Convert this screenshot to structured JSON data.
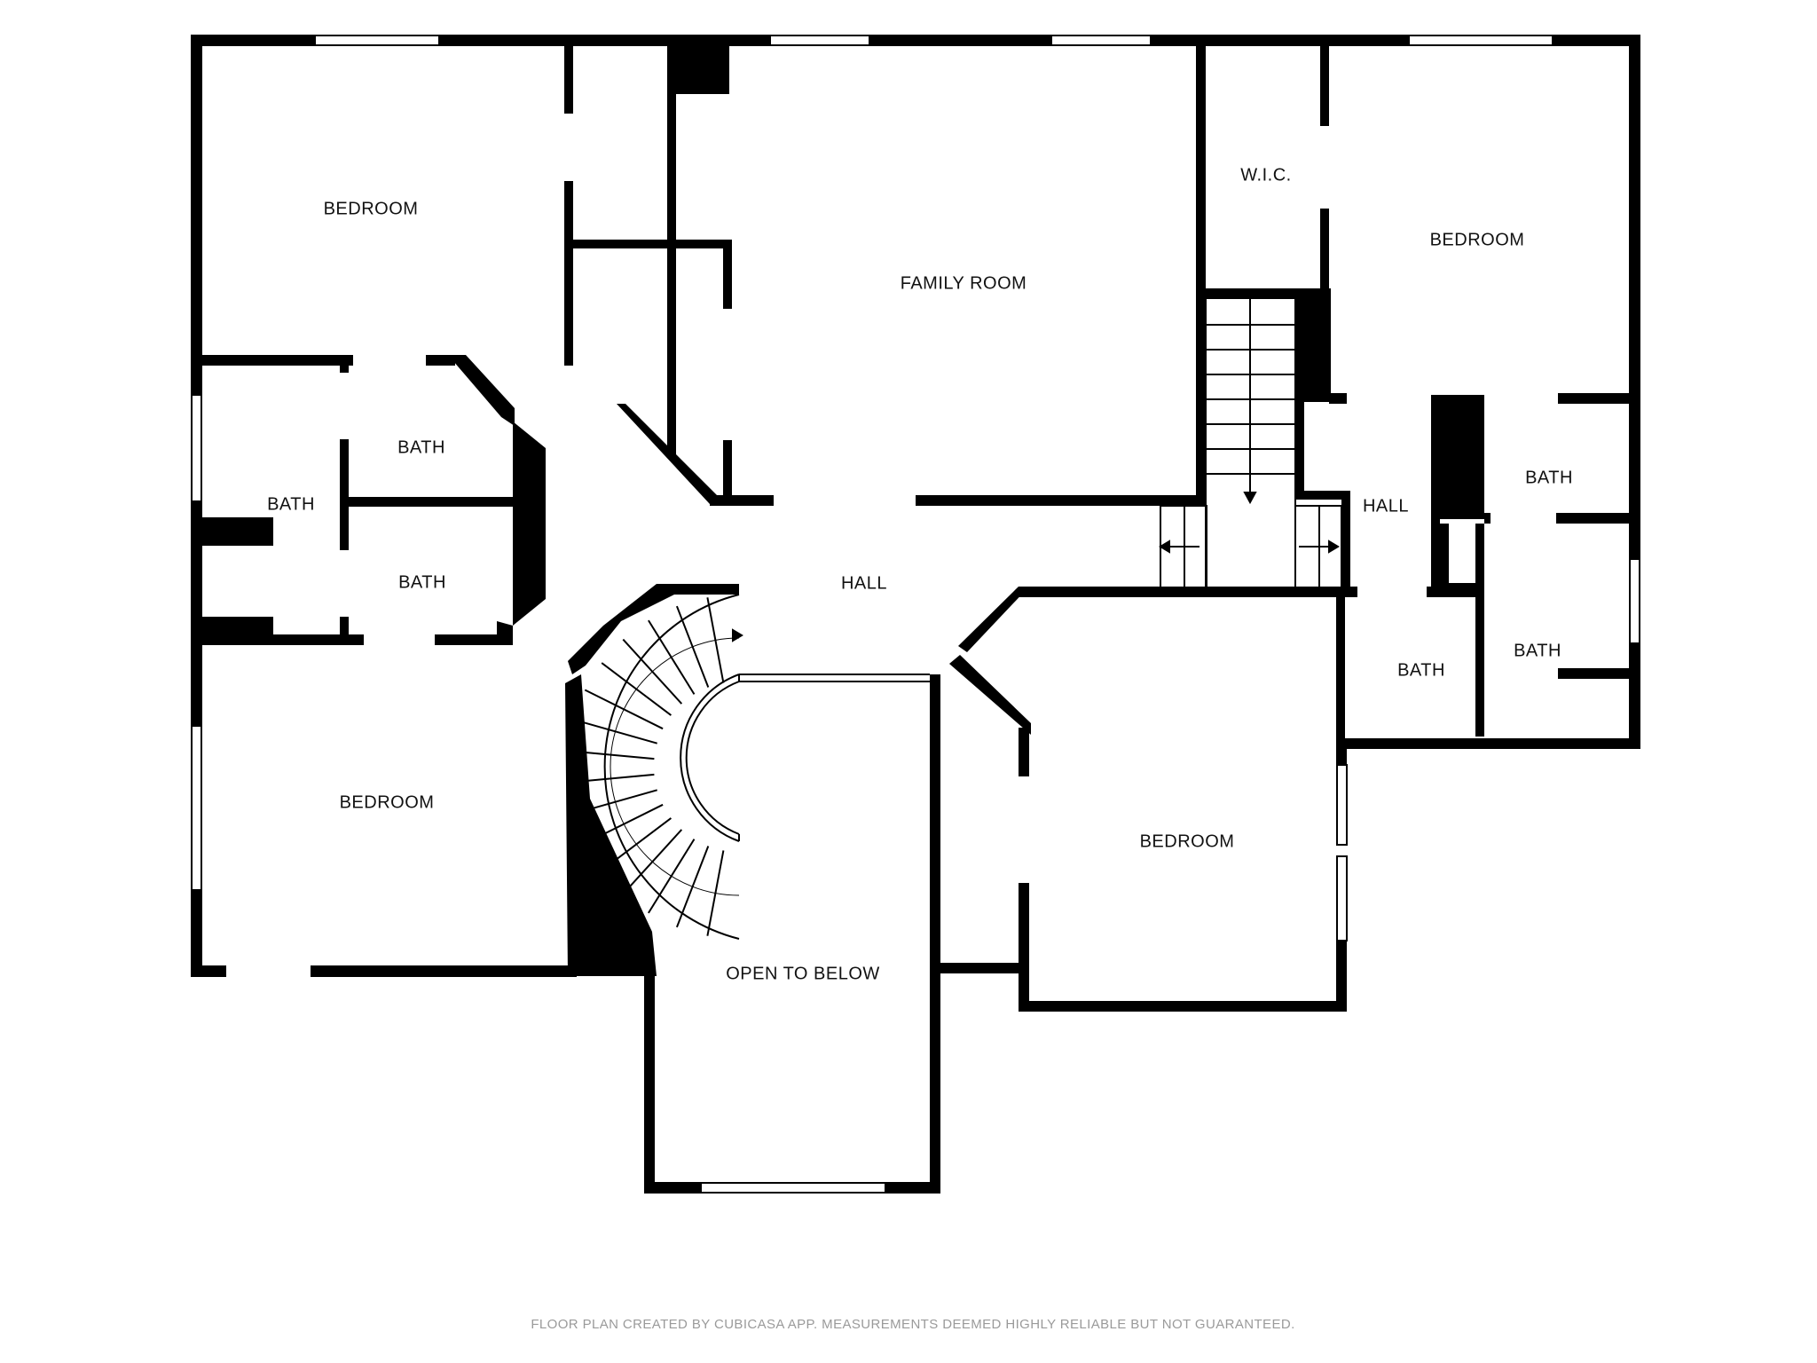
{
  "colors": {
    "wall": "#000000",
    "window": "#ffffff",
    "background": "#ffffff",
    "footer": "#9a9a9a"
  },
  "rooms": {
    "bedroom_nw": "BEDROOM",
    "family_room": "FAMILY ROOM",
    "wic": "W.I.C.",
    "bedroom_ne": "BEDROOM",
    "bath_upper": "BATH",
    "bath_left": "BATH",
    "bath_lower": "BATH",
    "hall_center": "HALL",
    "hall_right": "HALL",
    "bath_right_top": "BATH",
    "bath_right_mid": "BATH",
    "bath_right_low": "BATH",
    "bedroom_sw": "BEDROOM",
    "bedroom_se": "BEDROOM",
    "open_to_below": "OPEN TO BELOW"
  },
  "footer_note": "FLOOR PLAN CREATED BY CUBICASA APP. MEASUREMENTS DEEMED HIGHLY RELIABLE BUT NOT GUARANTEED."
}
